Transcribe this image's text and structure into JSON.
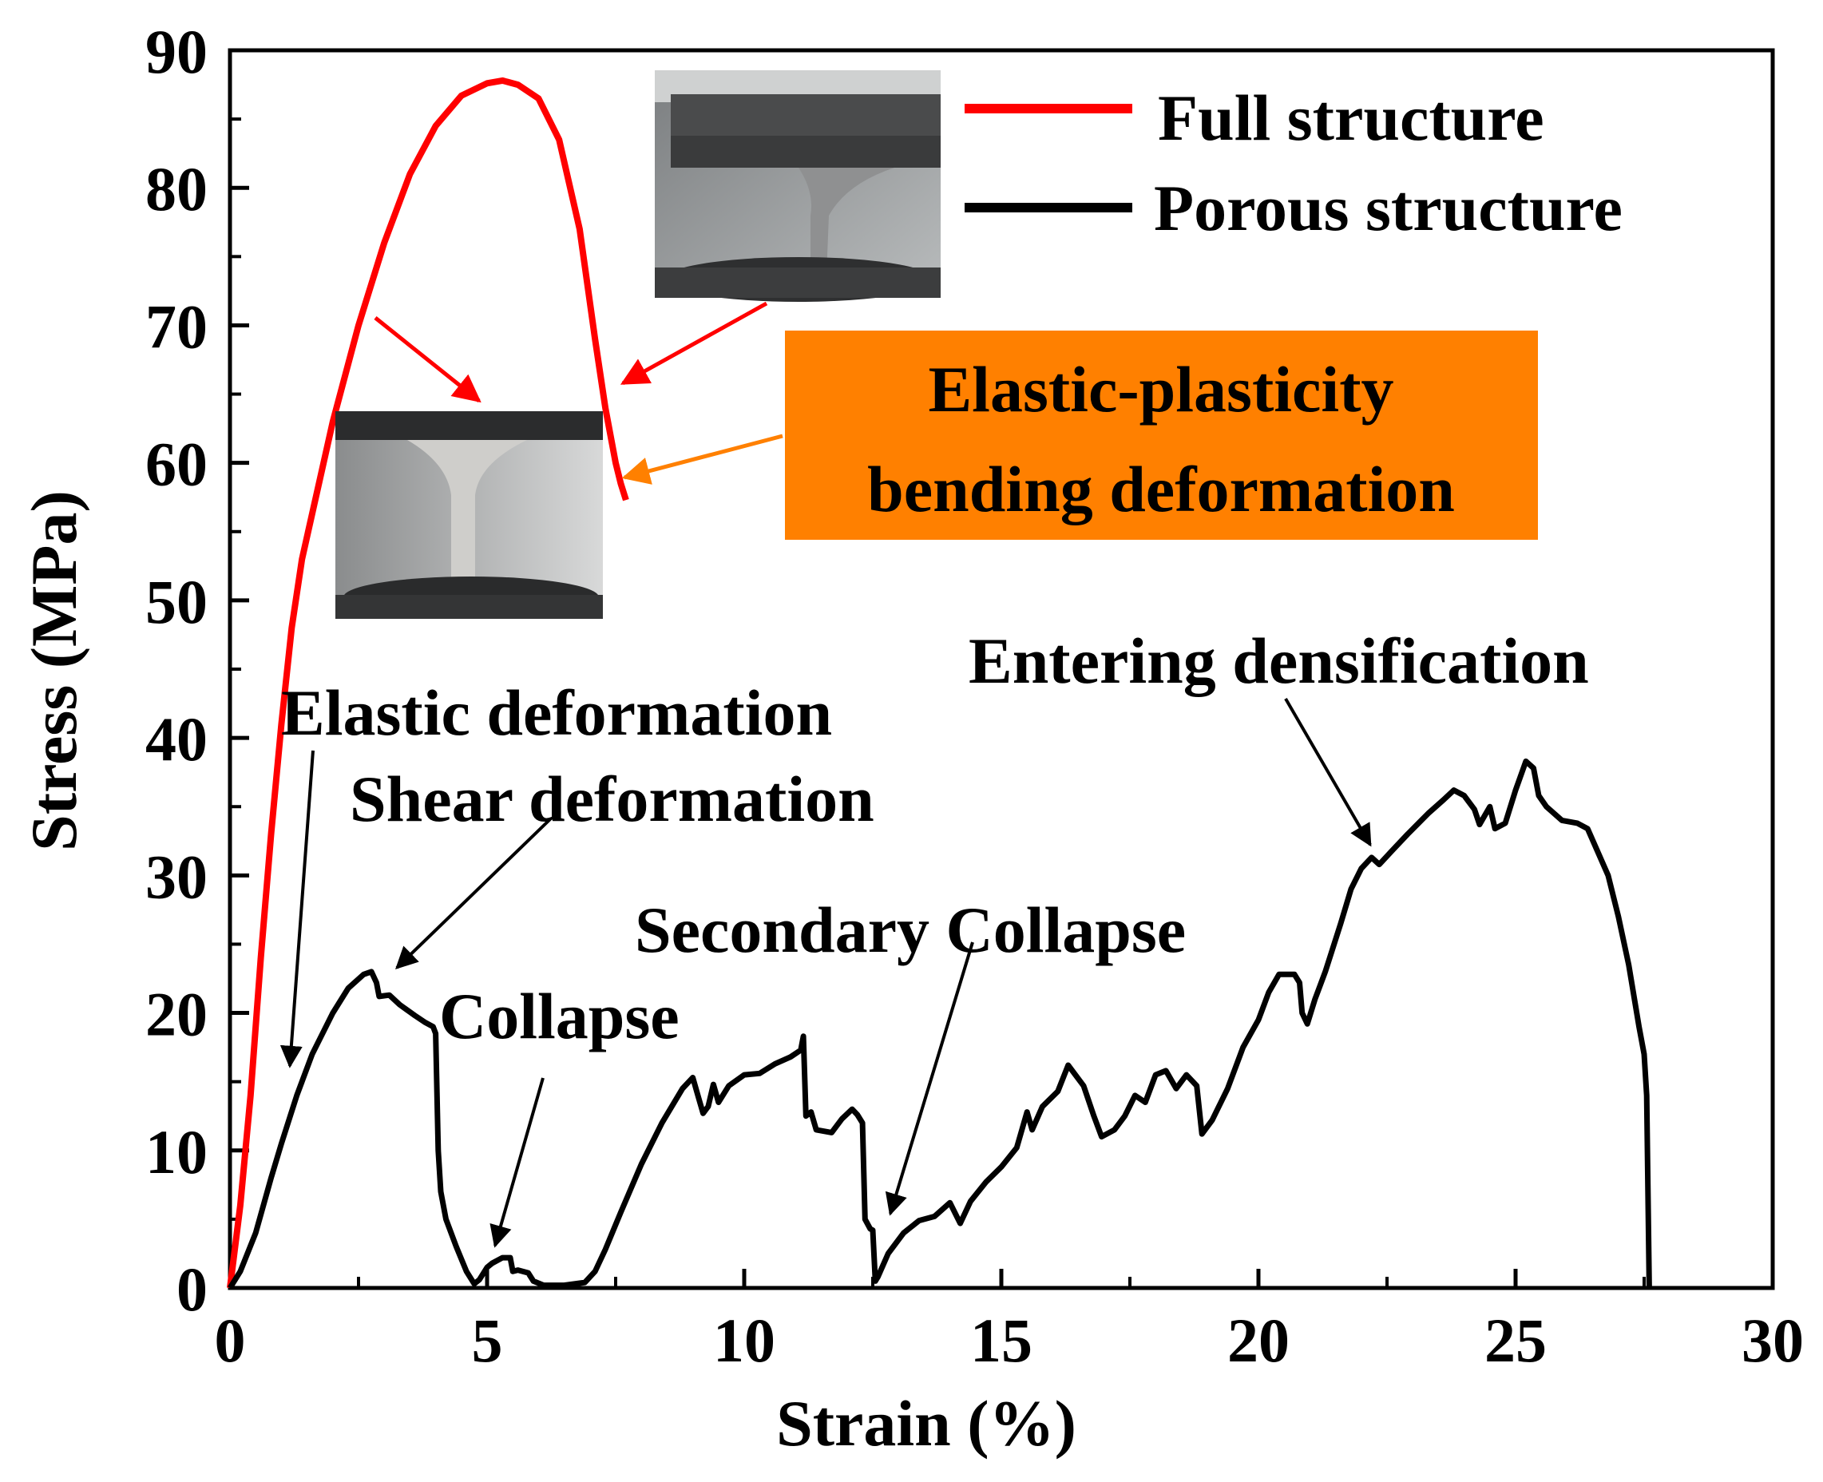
{
  "chart_data": {
    "type": "line",
    "xlabel": "Strain (%)",
    "ylabel": "Stress (MPa)",
    "xlim": [
      0,
      30
    ],
    "ylim": [
      0,
      90
    ],
    "x_ticks": [
      "0",
      "5",
      "10",
      "15",
      "20",
      "25",
      "30"
    ],
    "y_ticks": [
      "0",
      "10",
      "20",
      "30",
      "40",
      "50",
      "60",
      "70",
      "80",
      "90"
    ],
    "grid": false,
    "legend_position": "top-right",
    "colors": {
      "full": "#ff0000",
      "porous": "#000000",
      "orange_box": "#ff8000"
    },
    "series": [
      {
        "name": "Full structure",
        "color": "#ff0000",
        "points": [
          [
            0,
            0
          ],
          [
            0.2,
            6
          ],
          [
            0.4,
            14
          ],
          [
            0.6,
            24
          ],
          [
            0.8,
            33
          ],
          [
            1.0,
            41
          ],
          [
            1.2,
            48
          ],
          [
            1.4,
            53
          ],
          [
            1.7,
            58
          ],
          [
            2.0,
            63
          ],
          [
            2.5,
            70
          ],
          [
            3.0,
            76
          ],
          [
            3.5,
            81
          ],
          [
            4.0,
            84.5
          ],
          [
            4.5,
            86.7
          ],
          [
            5.0,
            87.6
          ],
          [
            5.3,
            87.8
          ],
          [
            5.6,
            87.5
          ],
          [
            6.0,
            86.5
          ],
          [
            6.4,
            83.5
          ],
          [
            6.8,
            77
          ],
          [
            7.1,
            69
          ],
          [
            7.3,
            64
          ],
          [
            7.5,
            60
          ],
          [
            7.6,
            58.5
          ],
          [
            7.7,
            57.3
          ]
        ]
      },
      {
        "name": "Porous structure",
        "color": "#000000",
        "points": [
          [
            0,
            0
          ],
          [
            0.2,
            1.2
          ],
          [
            0.5,
            4
          ],
          [
            0.8,
            8
          ],
          [
            1.0,
            10.5
          ],
          [
            1.3,
            14
          ],
          [
            1.6,
            17
          ],
          [
            2.0,
            20
          ],
          [
            2.3,
            21.8
          ],
          [
            2.6,
            22.8
          ],
          [
            2.75,
            23
          ],
          [
            2.85,
            22.2
          ],
          [
            2.9,
            21.2
          ],
          [
            3.1,
            21.3
          ],
          [
            3.3,
            20.6
          ],
          [
            3.6,
            19.8
          ],
          [
            3.8,
            19.3
          ],
          [
            3.95,
            19
          ],
          [
            4.0,
            18.5
          ],
          [
            4.05,
            10
          ],
          [
            4.1,
            7
          ],
          [
            4.2,
            5
          ],
          [
            4.4,
            3
          ],
          [
            4.6,
            1.2
          ],
          [
            4.75,
            0.3
          ],
          [
            4.85,
            0.6
          ],
          [
            5.0,
            1.5
          ],
          [
            5.1,
            1.8
          ],
          [
            5.3,
            2.2
          ],
          [
            5.45,
            2.2
          ],
          [
            5.5,
            1.2
          ],
          [
            5.6,
            1.3
          ],
          [
            5.8,
            1.1
          ],
          [
            5.9,
            0.5
          ],
          [
            6.1,
            0.2
          ],
          [
            6.5,
            0.2
          ],
          [
            6.9,
            0.4
          ],
          [
            7.1,
            1.2
          ],
          [
            7.3,
            2.8
          ],
          [
            7.6,
            5.5
          ],
          [
            8.0,
            9
          ],
          [
            8.4,
            12
          ],
          [
            8.8,
            14.5
          ],
          [
            9.0,
            15.3
          ],
          [
            9.1,
            14
          ],
          [
            9.2,
            12.7
          ],
          [
            9.3,
            13.2
          ],
          [
            9.4,
            14.8
          ],
          [
            9.5,
            13.5
          ],
          [
            9.7,
            14.7
          ],
          [
            10.0,
            15.5
          ],
          [
            10.3,
            15.6
          ],
          [
            10.6,
            16.3
          ],
          [
            10.9,
            16.8
          ],
          [
            11.1,
            17.3
          ],
          [
            11.15,
            18.3
          ],
          [
            11.2,
            12.5
          ],
          [
            11.3,
            12.8
          ],
          [
            11.4,
            11.5
          ],
          [
            11.7,
            11.3
          ],
          [
            11.9,
            12.3
          ],
          [
            12.1,
            13
          ],
          [
            12.2,
            12.6
          ],
          [
            12.3,
            12
          ],
          [
            12.35,
            5
          ],
          [
            12.45,
            4.3
          ],
          [
            12.5,
            4.2
          ],
          [
            12.55,
            0.5
          ],
          [
            12.6,
            0.8
          ],
          [
            12.8,
            2.5
          ],
          [
            13.1,
            4
          ],
          [
            13.4,
            4.9
          ],
          [
            13.7,
            5.2
          ],
          [
            14.0,
            6.2
          ],
          [
            14.2,
            4.7
          ],
          [
            14.4,
            6.3
          ],
          [
            14.7,
            7.7
          ],
          [
            15.0,
            8.8
          ],
          [
            15.3,
            10.2
          ],
          [
            15.5,
            12.8
          ],
          [
            15.6,
            11.5
          ],
          [
            15.8,
            13.2
          ],
          [
            16.1,
            14.3
          ],
          [
            16.3,
            16.2
          ],
          [
            16.6,
            14.7
          ],
          [
            16.8,
            12.5
          ],
          [
            16.95,
            11
          ],
          [
            17.2,
            11.5
          ],
          [
            17.4,
            12.5
          ],
          [
            17.6,
            14
          ],
          [
            17.8,
            13.5
          ],
          [
            18.0,
            15.5
          ],
          [
            18.2,
            15.8
          ],
          [
            18.4,
            14.5
          ],
          [
            18.6,
            15.5
          ],
          [
            18.8,
            14.7
          ],
          [
            18.9,
            11.2
          ],
          [
            19.1,
            12.2
          ],
          [
            19.4,
            14.5
          ],
          [
            19.7,
            17.5
          ],
          [
            20.0,
            19.5
          ],
          [
            20.2,
            21.5
          ],
          [
            20.4,
            22.8
          ],
          [
            20.7,
            22.8
          ],
          [
            20.8,
            22.2
          ],
          [
            20.85,
            20
          ],
          [
            20.95,
            19.2
          ],
          [
            21.1,
            21
          ],
          [
            21.3,
            23
          ],
          [
            21.6,
            26.5
          ],
          [
            21.8,
            29
          ],
          [
            22.0,
            30.5
          ],
          [
            22.2,
            31.3
          ],
          [
            22.35,
            30.8
          ],
          [
            22.6,
            31.8
          ],
          [
            22.9,
            33
          ],
          [
            23.3,
            34.5
          ],
          [
            23.6,
            35.5
          ],
          [
            23.8,
            36.2
          ],
          [
            24.0,
            35.8
          ],
          [
            24.2,
            34.8
          ],
          [
            24.3,
            33.7
          ],
          [
            24.5,
            35
          ],
          [
            24.6,
            33.4
          ],
          [
            24.8,
            33.8
          ],
          [
            25.0,
            36.2
          ],
          [
            25.2,
            38.3
          ],
          [
            25.35,
            37.8
          ],
          [
            25.45,
            35.8
          ],
          [
            25.6,
            35
          ],
          [
            25.9,
            34
          ],
          [
            26.2,
            33.8
          ],
          [
            26.4,
            33.4
          ],
          [
            26.8,
            30
          ],
          [
            27.0,
            27
          ],
          [
            27.2,
            23.5
          ],
          [
            27.4,
            19
          ],
          [
            27.5,
            17
          ],
          [
            27.55,
            14
          ],
          [
            27.6,
            0
          ]
        ]
      }
    ],
    "annotations": [
      "Elastic deformation",
      "Shear deformation",
      "Collapse",
      "Secondary Collapse",
      "Entering densification",
      "Elastic-plasticity bending deformation"
    ]
  },
  "labels": {
    "ann_elastic": "Elastic deformation",
    "ann_shear": "Shear deformation",
    "ann_collapse": "Collapse",
    "ann_secondary": "Secondary Collapse",
    "ann_densification": "Entering densification",
    "orange_line1": "Elastic-plasticity",
    "orange_line2": "bending deformation",
    "legend_full": "Full structure",
    "legend_porous": "Porous structure"
  }
}
